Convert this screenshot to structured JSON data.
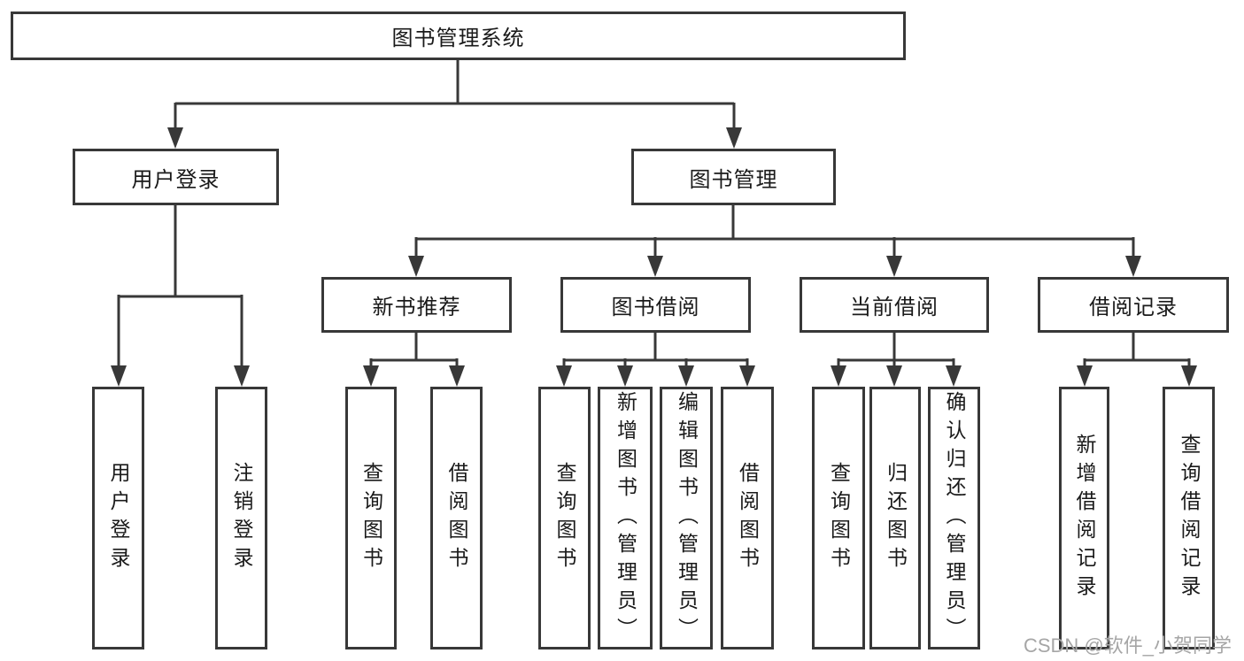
{
  "diagram_title": "图书管理系统",
  "tree": {
    "root": {
      "label": "图书管理系统"
    },
    "branches": [
      {
        "label": "用户登录",
        "leaves": [
          {
            "label": "用户登录"
          },
          {
            "label": "注销登录"
          }
        ]
      },
      {
        "label": "图书管理",
        "sections": [
          {
            "label": "新书推荐",
            "leaves": [
              {
                "label": "查询图书"
              },
              {
                "label": "借阅图书"
              }
            ]
          },
          {
            "label": "图书借阅",
            "leaves": [
              {
                "label": "查询图书"
              },
              {
                "label": "新增图书（管理员）"
              },
              {
                "label": "编辑图书（管理员）"
              },
              {
                "label": "借阅图书"
              }
            ]
          },
          {
            "label": "当前借阅",
            "leaves": [
              {
                "label": "查询图书"
              },
              {
                "label": "归还图书"
              },
              {
                "label": "确认归还（管理员）"
              }
            ]
          },
          {
            "label": "借阅记录",
            "leaves": [
              {
                "label": "新增借阅记录"
              },
              {
                "label": "查询借阅记录"
              }
            ]
          }
        ]
      }
    ]
  },
  "watermark": "CSDN @软件_小贺同学",
  "colors": {
    "line": "#383838",
    "text": "#1a1a1a",
    "background": "#ffffff",
    "watermark": "#a6a6a6"
  }
}
